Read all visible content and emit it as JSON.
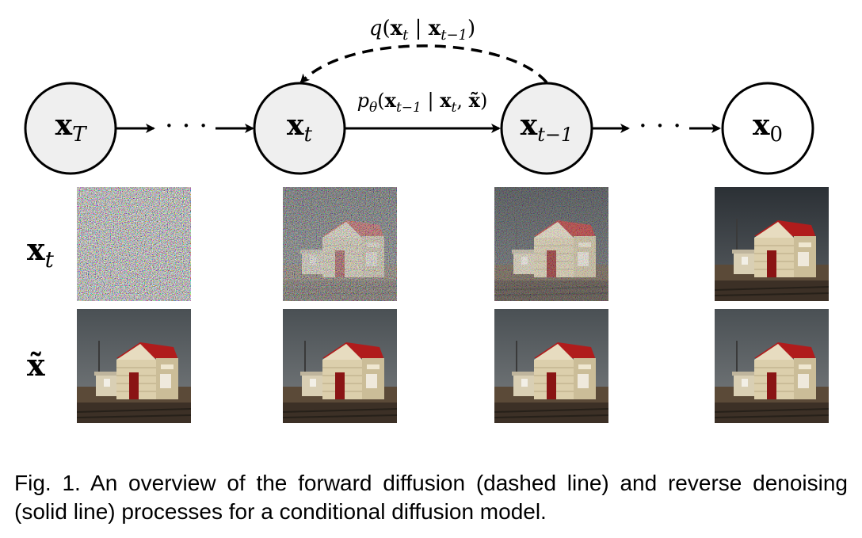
{
  "nodes": [
    {
      "base": "x",
      "sub": "T"
    },
    {
      "base": "x",
      "sub": "t"
    },
    {
      "base": "x",
      "sub": "t−1"
    },
    {
      "base": "x",
      "sub": "0"
    }
  ],
  "ellipsis": "· · ·",
  "forward_label": {
    "fn": "q",
    "open": "(",
    "a": "x",
    "a_sub": "t",
    "bar": " | ",
    "b": "x",
    "b_sub": "t−1",
    "close": ")"
  },
  "reverse_label": {
    "fn": "p",
    "fn_sub": "θ",
    "open": "(",
    "a": "x",
    "a_sub": "t−1",
    "bar": " | ",
    "b": "x",
    "b_sub": "t",
    "comma": ", ",
    "c": "x̃",
    "close": ")"
  },
  "rows": [
    {
      "label_base": "x",
      "label_sub": "t"
    },
    {
      "label_base": "x̃",
      "label_sub": ""
    }
  ],
  "caption": "Fig. 1. An overview of the forward diffusion (dashed line) and reverse denoising (solid line) processes for a conditional diffusion model."
}
